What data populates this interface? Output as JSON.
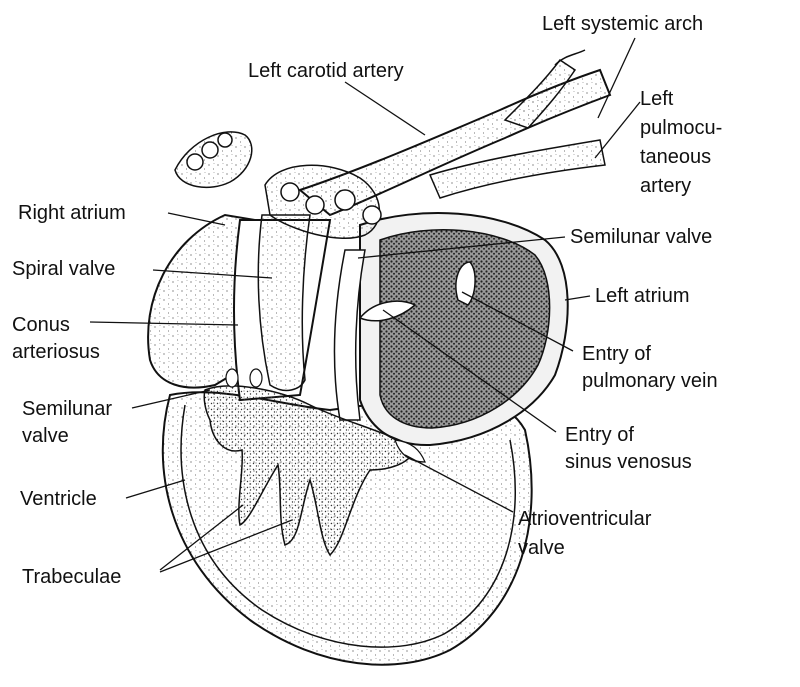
{
  "figure": {
    "labels": {
      "left_systemic_arch": [
        "Left systemic arch"
      ],
      "left_carotid_artery": [
        "Left carotid artery"
      ],
      "left_pulmocutaneous_artery": [
        "Left",
        "pulmocu-",
        "taneous",
        "artery"
      ],
      "right_atrium": [
        "Right atrium"
      ],
      "semilunar_valve_upper": [
        "Semilunar valve"
      ],
      "spiral_valve": [
        "Spiral valve"
      ],
      "left_atrium": [
        "Left atrium"
      ],
      "conus_arteriosus": [
        "Conus",
        "arteriosus"
      ],
      "entry_pulmonary_vein": [
        "Entry of",
        "pulmonary vein"
      ],
      "semilunar_valve_lower": [
        "Semilunar",
        "valve"
      ],
      "entry_sinus_venosus": [
        "Entry of",
        "sinus venosus"
      ],
      "ventricle": [
        "Ventricle"
      ],
      "atrioventricular_valve": [
        "Atrioventricular",
        "valve"
      ],
      "trabeculae": [
        "Trabeculae"
      ]
    }
  }
}
